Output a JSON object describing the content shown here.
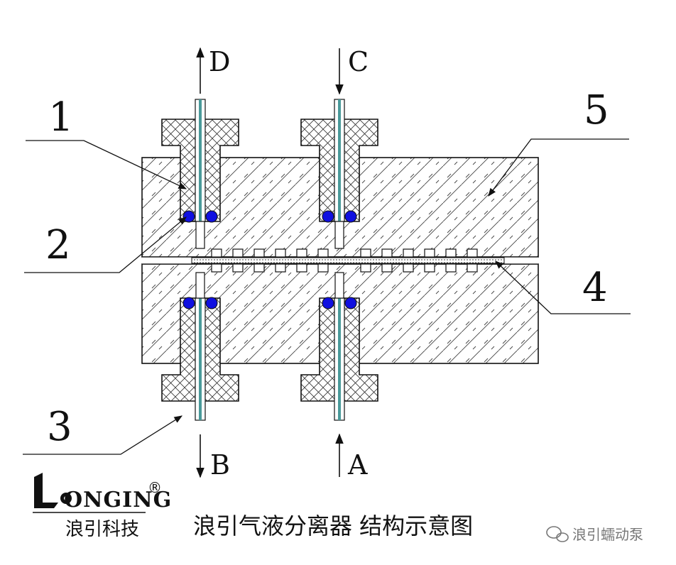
{
  "callouts": [
    "1",
    "2",
    "3",
    "4",
    "5"
  ],
  "ports": {
    "D": "D",
    "C": "C",
    "B": "B",
    "A": "A"
  },
  "logo": {
    "brand": "ONGING",
    "registered": "®",
    "subtitle": "浪引科技"
  },
  "caption": "浪引气液分离器 结构示意图",
  "watermark": "浪引蠕动泵",
  "colors": {
    "line": "#111111",
    "o_ring": "#1010e0",
    "tube": "#4a9a9a",
    "background": "#ffffff"
  },
  "icons": [
    "logo-icon",
    "wechat-icon"
  ]
}
